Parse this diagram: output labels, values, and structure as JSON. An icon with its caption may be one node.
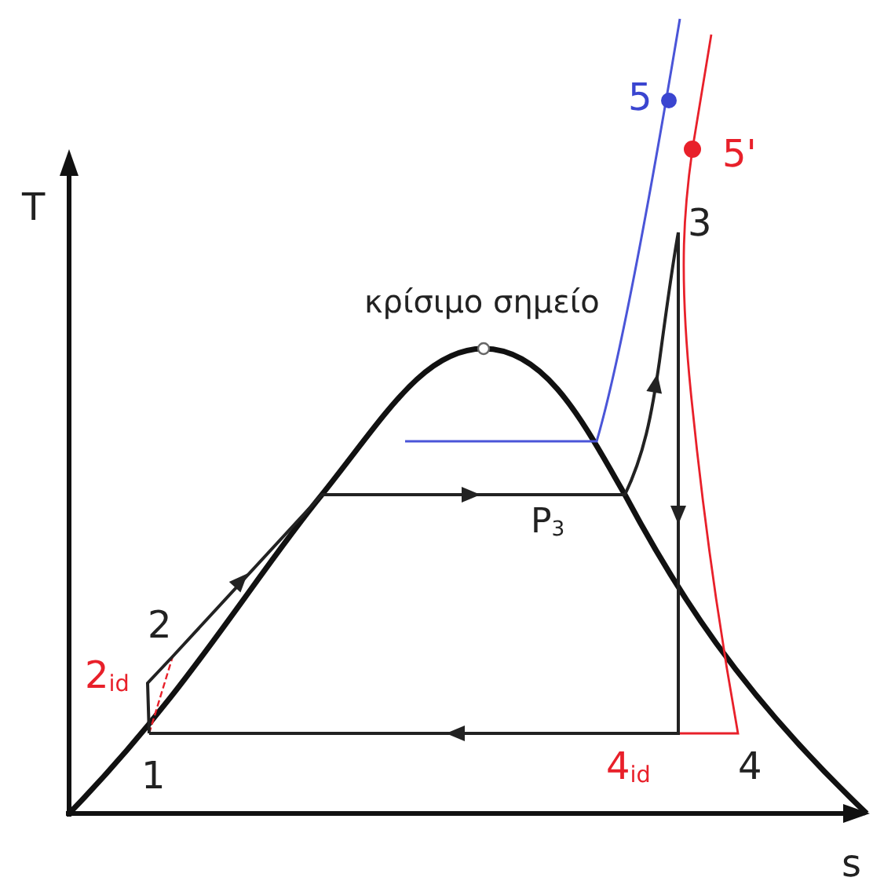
{
  "diagram": {
    "labels": [
      "T",
      "κρίσιμο σημείο",
      "5",
      "5'",
      "3",
      "P$_{3}$",
      "2",
      "2$_{id}$",
      "1",
      "4$_{id}$",
      "4",
      "s"
    ]
  }
}
